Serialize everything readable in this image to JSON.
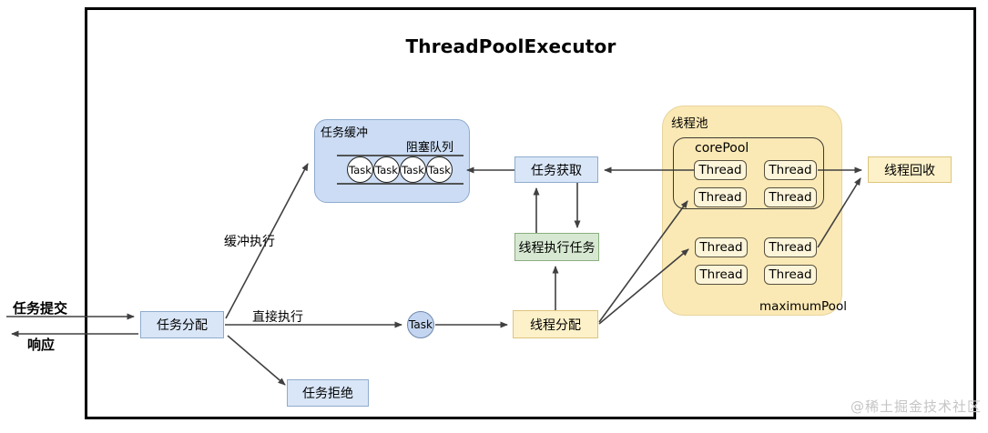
{
  "title": "ThreadPoolExecutor",
  "watermark": "@稀土掘金技术社区",
  "colors": {
    "blue_fill": "#d9e6f7",
    "blue_border": "#8fabce",
    "buffer_fill": "#cbdcf4",
    "green_fill": "#d7e8d2",
    "green_border": "#8aae7d",
    "pool_fill": "#fbe9b5",
    "thread_fill": "#fdf5d9",
    "yellow_fill": "#fdf1c9",
    "yellow_border": "#ddc47e",
    "line": "#404040"
  },
  "nodes": {
    "task_submit_label": "任务提交",
    "response_label": "响应",
    "task_dispatch": "任务分配",
    "buffer_exec_label": "缓冲执行",
    "direct_exec_label": "直接执行",
    "task_reject": "任务拒绝",
    "task_buffer_label": "任务缓冲",
    "blocking_queue_label": "阻塞队列",
    "queue_tasks": [
      "Task",
      "Task",
      "Task",
      "Task"
    ],
    "mid_task": "Task",
    "task_fetch": "任务获取",
    "thread_exec": "线程执行任务",
    "thread_dispatch": "线程分配",
    "thread_pool_label": "线程池",
    "core_pool_label": "corePool",
    "maximum_pool_label": "maximumPool",
    "threads": [
      "Thread",
      "Thread",
      "Thread",
      "Thread",
      "Thread",
      "Thread",
      "Thread",
      "Thread"
    ],
    "thread_recycle": "线程回收"
  }
}
